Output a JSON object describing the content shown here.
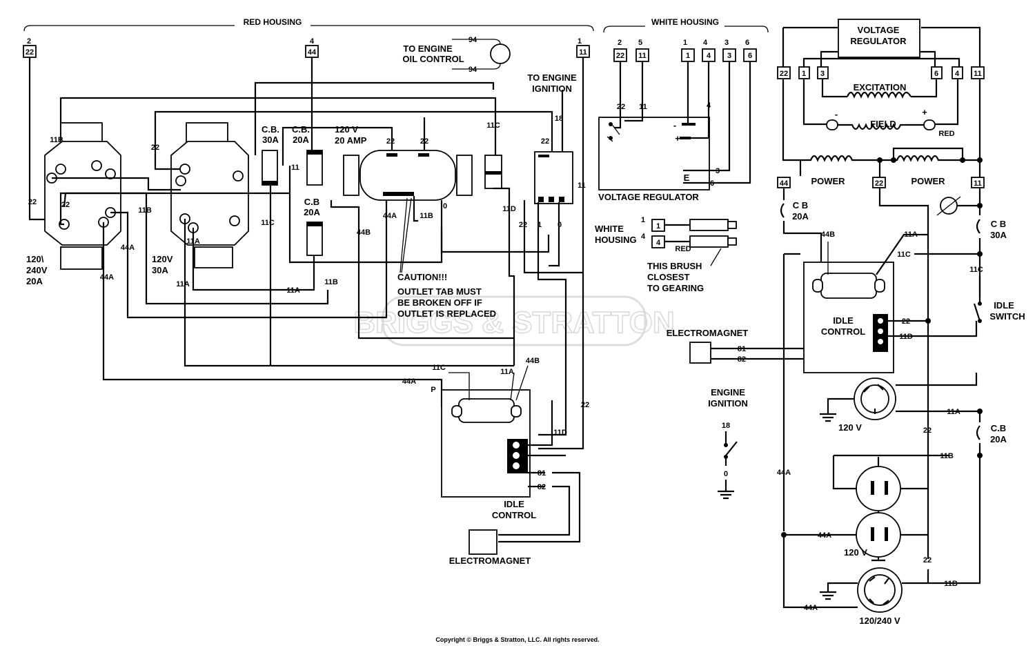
{
  "housings": {
    "red": "RED HOUSING",
    "white": "WHITE HOUSING"
  },
  "left_panel": {
    "terminals": {
      "t2_num": "2",
      "t2_box": "22",
      "t4_num": "4",
      "t4_box": "44",
      "t1_num": "1",
      "t1_box": "11"
    },
    "oil_control": {
      "line1": "TO ENGINE",
      "line2": "OIL CONTROL",
      "wire_top": "94",
      "wire_bottom": "94"
    },
    "ignition": {
      "line1": "TO ENGINE",
      "line2": "IGNITION",
      "wire": "18"
    },
    "outlet_240": {
      "line1": "120\\",
      "line2": "240V",
      "line3": "20A"
    },
    "outlet_120_30": {
      "line1": "120V",
      "line2": "30A"
    },
    "breakers": {
      "cb30_line1": "C.B.",
      "cb30_line2": "30A",
      "cb20_line1": "C.B.",
      "cb20_line2": "20A",
      "cb20b_line1": "C.B",
      "cb20b_line2": "20A"
    },
    "outlet_120_20": {
      "line1": "120 V",
      "line2": "20 AMP"
    },
    "caution": {
      "title": "CAUTION!!!",
      "line1": "OUTLET TAB MUST",
      "line2": "BE BROKEN OFF IF",
      "line3": "OUTLET IS REPLACED"
    },
    "idle_control": {
      "line1": "IDLE",
      "line2": "CONTROL"
    },
    "electromagnet": "ELECTROMAGNET",
    "wires": {
      "w11b": "11B",
      "w22": "22",
      "w44a": "44A",
      "w11a": "11A",
      "w11c": "11C",
      "w44b": "44B",
      "w11d": "11D",
      "w11": "11",
      "w0": "0",
      "w1": "1",
      "w81": "81",
      "w82": "82",
      "wP": "P",
      "w18": "18"
    }
  },
  "middle_panel": {
    "terminals": [
      {
        "num": "2",
        "box": "22"
      },
      {
        "num": "5",
        "box": "11"
      },
      {
        "num": "1",
        "box": "1"
      },
      {
        "num": "4",
        "box": "4"
      },
      {
        "num": "3",
        "box": "3"
      },
      {
        "num": "6",
        "box": "6"
      }
    ],
    "vr_wires": {
      "w22": "22",
      "w11": "11",
      "w4": "4",
      "w3": "3",
      "w6": "6",
      "plus": "+",
      "minus": "-",
      "e": "E"
    },
    "voltage_regulator": "VOLTAGE REGULATOR",
    "brush": {
      "housing_line1": "WHITE",
      "housing_line2": "HOUSING",
      "b1_num": "1",
      "b1_box": "1",
      "b4_num": "4",
      "b4_box": "4",
      "red": "RED",
      "note1": "THIS BRUSH",
      "note2": "CLOSEST",
      "note3": "TO GEARING"
    },
    "electromagnet": "ELECTROMAGNET",
    "em_w1": "81",
    "em_w2": "82",
    "ignition": {
      "line1": "ENGINE",
      "line2": "IGNITION",
      "w18": "18",
      "w0": "0"
    }
  },
  "right_panel": {
    "voltage_regulator": {
      "line1": "VOLTAGE",
      "line2": "REGULATOR"
    },
    "term_boxes": [
      "22",
      "1",
      "3",
      "6",
      "4",
      "11"
    ],
    "excitation": "EXCITATION",
    "field": "FIELD",
    "minus": "-",
    "plus": "+",
    "red": "RED",
    "power_left": "POWER",
    "power_right": "POWER",
    "node_44": "44",
    "node_22": "22",
    "node_11": "11",
    "cb20": {
      "line1": "C B",
      "line2": "20A"
    },
    "cb30": {
      "line1": "C B",
      "line2": "30A"
    },
    "cb20b": {
      "line1": "C.B",
      "line2": "20A"
    },
    "idle_switch": {
      "line1": "IDLE",
      "line2": "SWITCH"
    },
    "idle_control": {
      "line1": "IDLE",
      "line2": "CONTROL"
    },
    "wires": {
      "w44b": "44B",
      "w11a": "11A",
      "w11c_top": "11C",
      "w11c": "11C",
      "w22": "22",
      "w11d": "11D",
      "w11a_mid": "11A",
      "w11b": "11B",
      "w44a": "44A",
      "w44a_mid": "44A",
      "w22_lower": "22",
      "w11b_low": "11B",
      "w44a_low": "44A",
      "w22_vert": "22"
    },
    "outlets": {
      "o120": "120 V",
      "o120b": "120 V",
      "o240": "120/240 V"
    }
  },
  "watermark": "BRIGGS & STRATTON",
  "copyright": "Copyright © Briggs & Stratton, LLC. All rights reserved."
}
